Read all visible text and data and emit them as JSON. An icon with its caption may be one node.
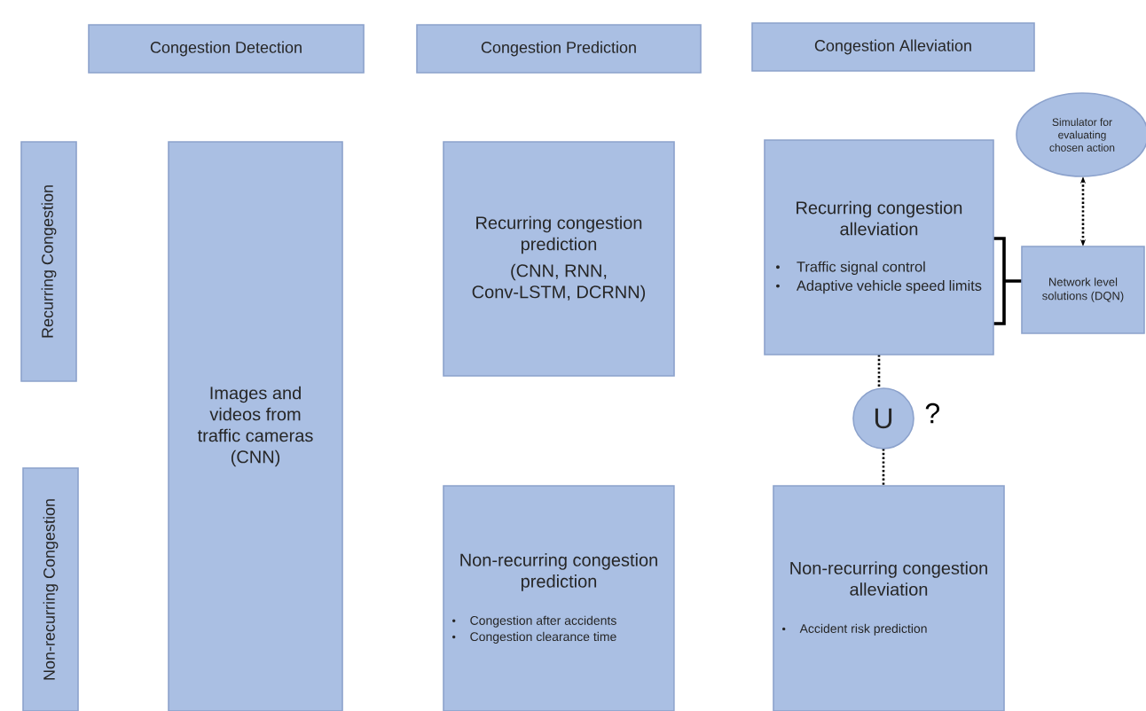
{
  "diagram": {
    "nodes": [
      {
        "text": [
          "Congestion Detection"
        ]
      },
      {
        "text": [
          "Congestion Prediction"
        ]
      },
      {
        "text": [
          "Congestion Alleviation"
        ]
      },
      {
        "text": [
          "Recurring Congestion"
        ]
      },
      {
        "text": [
          "Non-recurring Congestion"
        ]
      },
      {
        "text": [
          "Images and videos from traffic cameras (CNN)"
        ]
      },
      {
        "text": [
          "Recurring congestion prediction",
          "(CNN, RNN, Conv-LSTM, DCRNN)"
        ]
      },
      {
        "text": [
          "Recurring congestion alleviation",
          "Traffic signal control",
          "Adaptive vehicle speed limits"
        ]
      },
      {
        "text": [
          "Network level solutions (DQN)"
        ]
      },
      {
        "text": [
          "Simulator for evaluating chosen action"
        ]
      },
      {
        "text": [
          "U"
        ],
        "beside": [
          "?"
        ]
      },
      {
        "text": [
          "Non-recurring congestion prediction",
          "Congestion after accidents",
          "Congestion clearance time"
        ]
      },
      {
        "text": [
          "Non-recurring congestion alleviation",
          "Accident risk prediction"
        ]
      }
    ],
    "edges": [
      {
        "from": 7,
        "to": 8,
        "arrow": "none"
      },
      {
        "from": 8,
        "to": 9,
        "arrow": "both",
        "style": "dashed"
      },
      {
        "from": 7,
        "to": 10,
        "arrow": "none",
        "style": "dashed"
      },
      {
        "from": 10,
        "to": 12,
        "arrow": "none",
        "style": "dashed"
      }
    ]
  }
}
